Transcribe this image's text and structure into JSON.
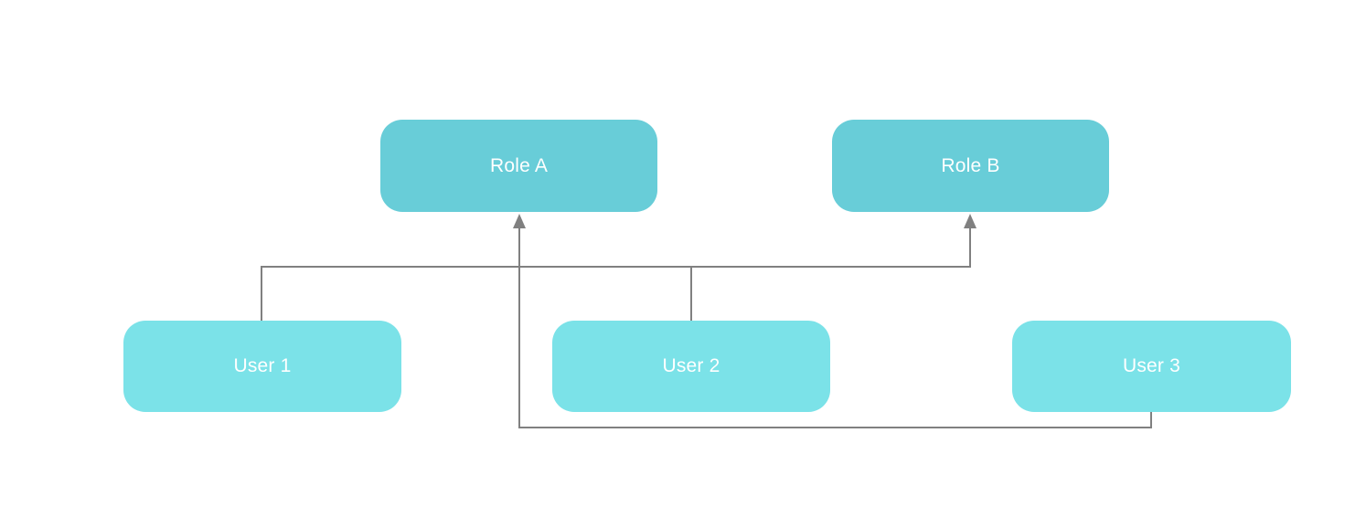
{
  "diagram": {
    "title": "",
    "nodes": {
      "role_a": {
        "label": "Role A",
        "type": "role"
      },
      "role_b": {
        "label": "Role B",
        "type": "role"
      },
      "user_1": {
        "label": "User 1",
        "type": "user"
      },
      "user_2": {
        "label": "User 2",
        "type": "user"
      },
      "user_3": {
        "label": "User 3",
        "type": "user"
      }
    },
    "edges": [
      {
        "from": "User 1",
        "to": "Role B",
        "arrow": "up"
      },
      {
        "from": "User 2",
        "to": "Role B",
        "arrow": "up"
      },
      {
        "from": "User 3",
        "to": "Role A",
        "arrow": "up"
      }
    ],
    "colors": {
      "role_fill": "#68CDD8",
      "user_fill": "#7BE2E8",
      "connector": "#808080",
      "label_text": "#FFFFFF",
      "background": "#FFFFFF"
    }
  }
}
